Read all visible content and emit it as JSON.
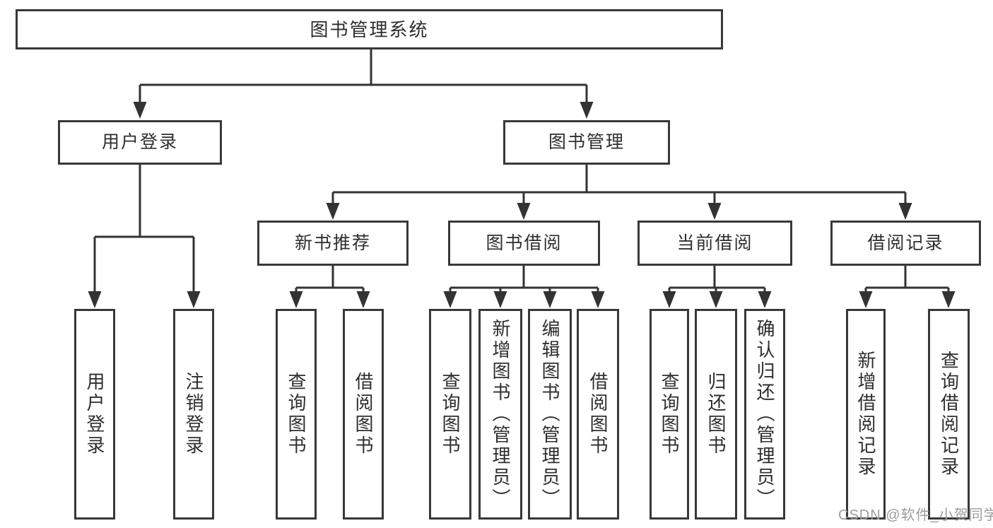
{
  "nodes": {
    "root": {
      "label": "图书管理系统"
    },
    "level2": [
      {
        "label": "用户登录"
      },
      {
        "label": "图书管理"
      }
    ],
    "level3": [
      {
        "label": "新书推荐"
      },
      {
        "label": "图书借阅"
      },
      {
        "label": "当前借阅"
      },
      {
        "label": "借阅记录"
      }
    ]
  },
  "leaves": {
    "user_login": [
      {
        "label": "用户登录"
      },
      {
        "label": "注销登录"
      }
    ],
    "new_book_recommend": [
      {
        "label": "查询图书"
      },
      {
        "label": "借阅图书"
      }
    ],
    "book_borrow": [
      {
        "label": "查询图书"
      },
      {
        "label": "新增图书（管理员）"
      },
      {
        "label": "编辑图书（管理员）"
      },
      {
        "label": "借阅图书"
      }
    ],
    "current_borrow": [
      {
        "label": "查询图书"
      },
      {
        "label": "归还图书"
      },
      {
        "label": "确认归还（管理员）"
      }
    ],
    "borrow_records": [
      {
        "label": "新增借阅记录"
      },
      {
        "label": "查询借阅记录"
      }
    ]
  },
  "watermark": {
    "text": "CSDN @软件_小贺同学"
  },
  "colors": {
    "line": "#333333",
    "border": "#383838",
    "fill": "#ffffff",
    "text": "#2e2e2e",
    "background": "#ffffff",
    "watermark": "#9c9c9c"
  }
}
